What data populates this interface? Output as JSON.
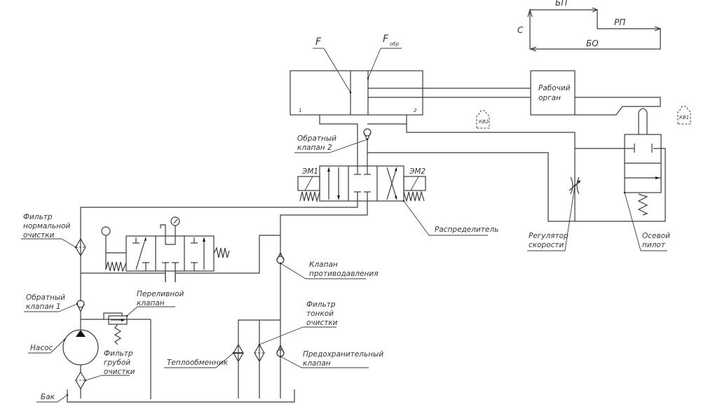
{
  "diagram": {
    "title": "Гидравлическая схема",
    "cycle": {
      "labels": {
        "fast_approach": "БП",
        "working_feed": "РП",
        "fast_return": "БО",
        "stop": "С"
      }
    },
    "cylinder": {
      "force_label": "F",
      "return_force_label": "F",
      "return_force_sub": "обр",
      "chamber1": "1",
      "chamber2": "2"
    },
    "working_body": {
      "line1": "Рабочий",
      "line2": "орган"
    },
    "limit_switches": [
      {
        "label": "КВ2"
      },
      {
        "label": "КВ1"
      }
    ],
    "components": {
      "check_valve_2": [
        "Обратный",
        "клапан 2"
      ],
      "solenoid_1": "ЭМ1",
      "solenoid_2": "ЭМ2",
      "distributor": "Распределитель",
      "speed_regulator": [
        "Регулятор",
        "скорости"
      ],
      "axial_pilot": [
        "Осевой",
        "пилот"
      ],
      "normal_filter": [
        "Фильтр",
        "нормальной",
        "очистки"
      ],
      "back_pressure_valve": [
        "Клапан",
        "противодавления"
      ],
      "check_valve_1": [
        "Обратный",
        "клапан 1"
      ],
      "overflow_valve": [
        "Переливной",
        "клапан"
      ],
      "pump": "Насос",
      "coarse_filter": [
        "Фильтр",
        "грубой",
        "очистки"
      ],
      "tank": "Бак",
      "fine_filter": [
        "Фильтр",
        "тонкой",
        "очистки"
      ],
      "heat_exchanger": "Теплообменник",
      "safety_valve": [
        "Предохранительный",
        "клапан"
      ]
    }
  }
}
